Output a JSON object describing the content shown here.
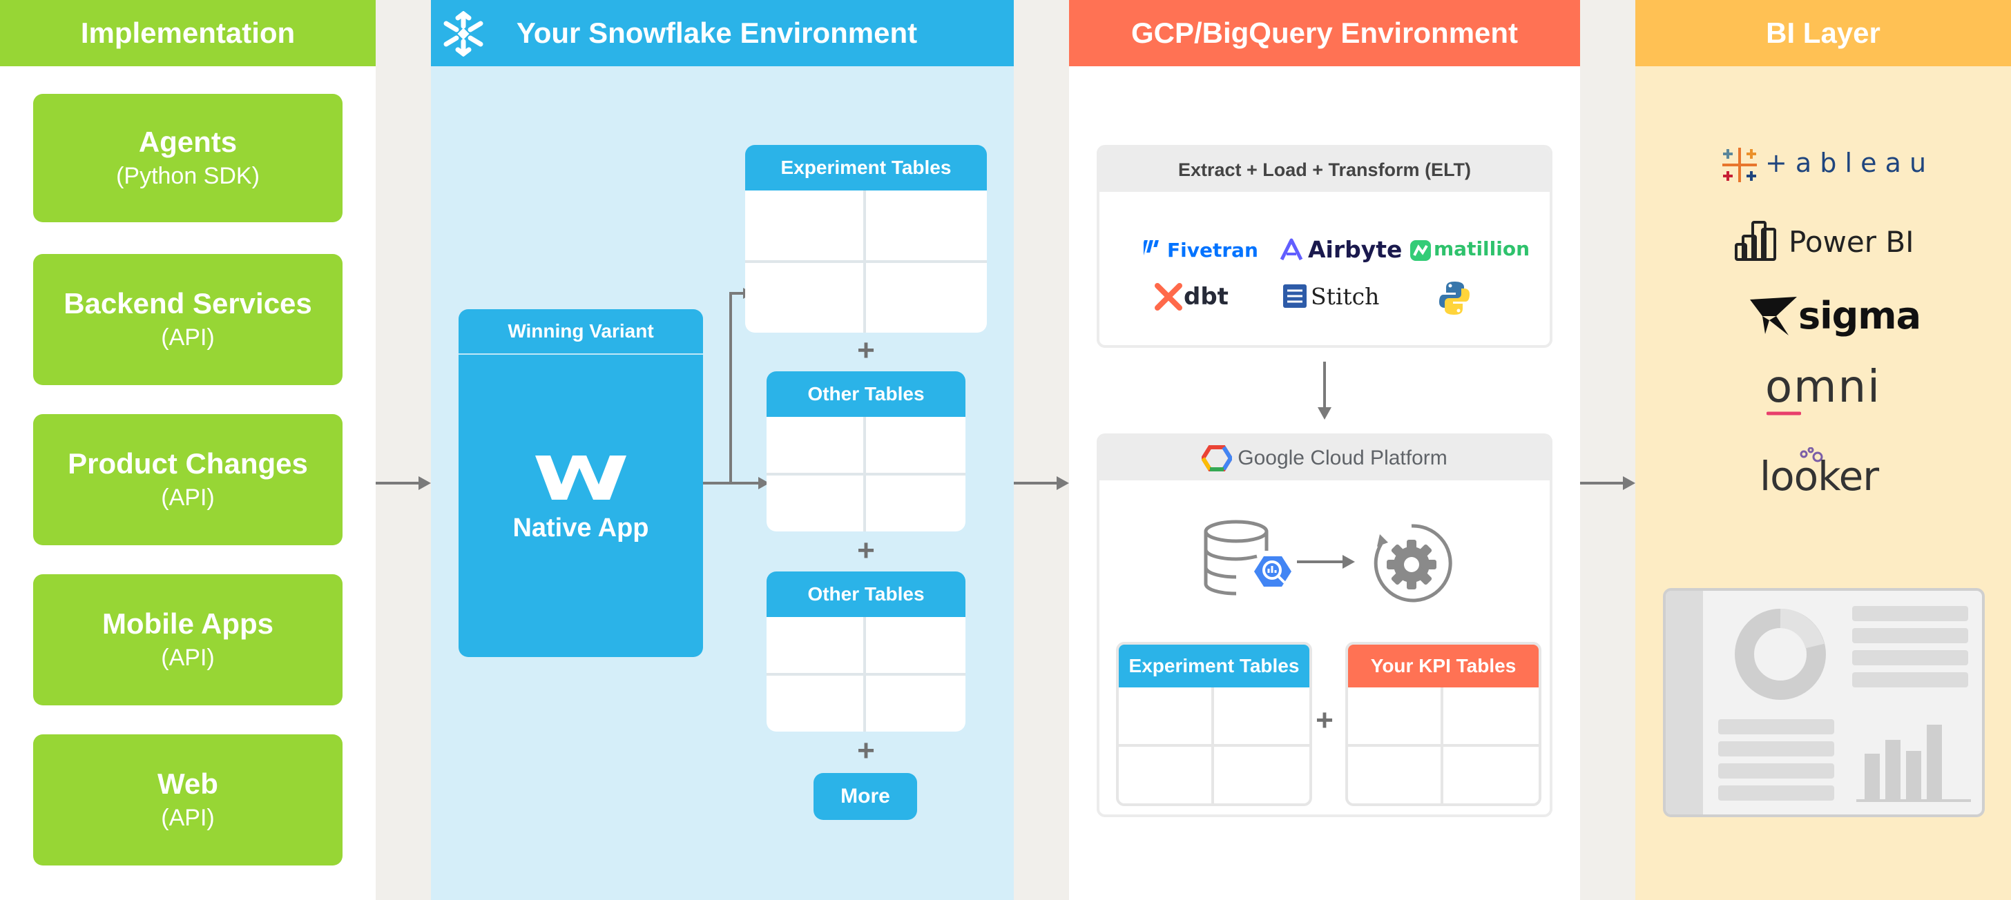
{
  "implementation": {
    "title": "Implementation",
    "items": [
      {
        "title": "Agents",
        "sub": "(Python SDK)"
      },
      {
        "title": "Backend Services",
        "sub": "(API)"
      },
      {
        "title": "Product Changes",
        "sub": "(API)"
      },
      {
        "title": "Mobile Apps",
        "sub": "(API)"
      },
      {
        "title": "Web",
        "sub": "(API)"
      }
    ]
  },
  "snowflake": {
    "title": "Your Snowflake Environment",
    "winning_variant": "Winning Variant",
    "native_app": "Native App",
    "experiment_tables": "Experiment Tables",
    "other_tables_1": "Other Tables",
    "other_tables_2": "Other Tables",
    "more": "More",
    "plus": "+"
  },
  "gcp": {
    "title": "GCP/BigQuery Environment",
    "elt_title": "Extract + Load + Transform (ELT)",
    "elt_tools": [
      "Fivetran",
      "Airbyte",
      "matillion",
      "dbt",
      "Stitch"
    ],
    "platform": "Google Cloud Platform",
    "platform_brand": "Google",
    "platform_rest": " Cloud Platform",
    "experiment_tables": "Experiment Tables",
    "kpi_tables": "Your KPI Tables",
    "plus": "+"
  },
  "bi": {
    "title": "BI Layer",
    "tools": [
      "+ a b l e a u",
      "Power BI",
      "sigma",
      "omni",
      "looker"
    ]
  },
  "colors": {
    "green": "#97d635",
    "snowflake_blue": "#2bb3e8",
    "snowflake_bg": "#d5eef9",
    "gcp_orange": "#ff7254",
    "bi_yellow": "#ffc154",
    "bi_bg": "#fdecc4"
  },
  "icons": [
    "snowflake-icon",
    "native-app-logo",
    "python-icon",
    "bigquery-icon",
    "gear-icon",
    "tableau-icon",
    "powerbi-icon",
    "sigma-icon",
    "looker-icon",
    "donut-chart-icon",
    "bar-chart-icon"
  ]
}
